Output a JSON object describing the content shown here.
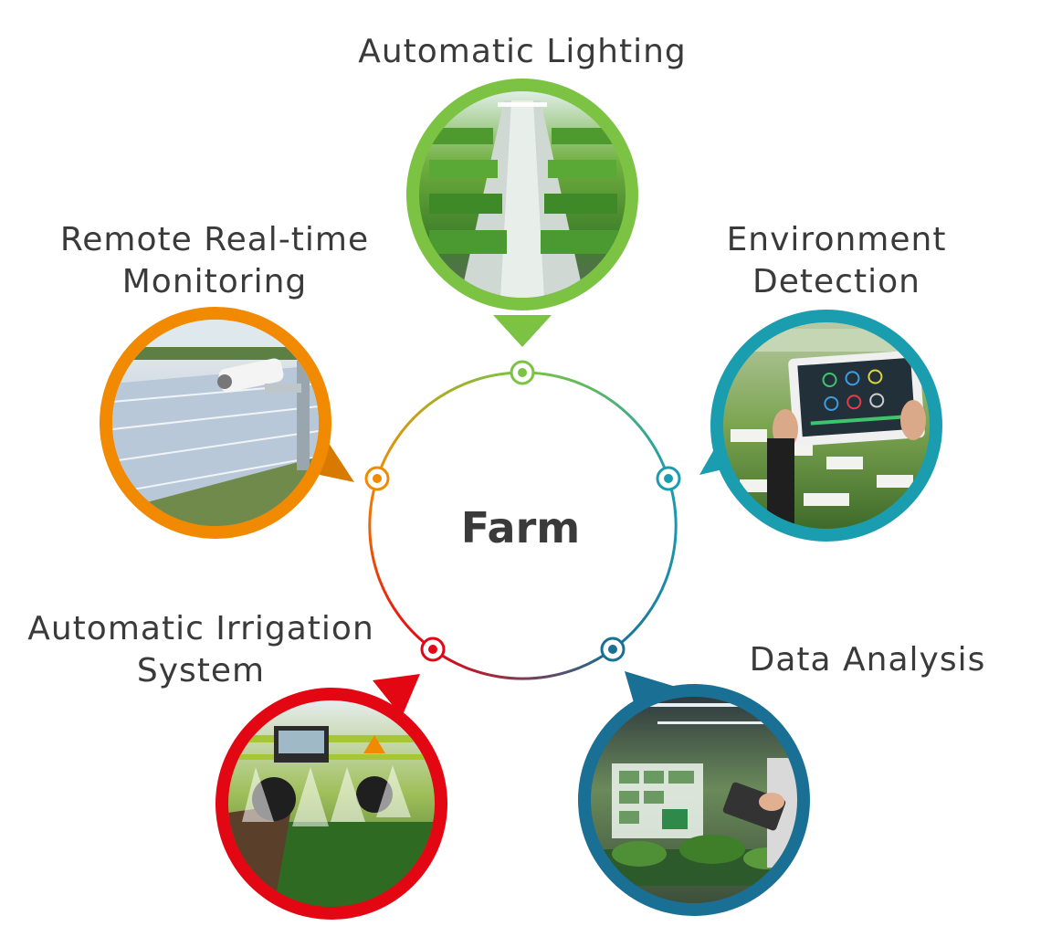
{
  "center": {
    "title": "Farm"
  },
  "features": [
    {
      "id": "lighting",
      "line1": "Automatic Lighting",
      "line2": "",
      "color": "#7cc243",
      "icon": "vertical-farm-photo"
    },
    {
      "id": "environment",
      "line1": "Environment",
      "line2": "Detection",
      "color": "#1b9db0",
      "icon": "tablet-hydroponics-photo"
    },
    {
      "id": "data",
      "line1": "Data Analysis",
      "line2": "",
      "color": "#1a6f94",
      "icon": "greenhouse-data-photo"
    },
    {
      "id": "irrigation",
      "line1": "Automatic Irrigation",
      "line2": "System",
      "color": "#e30613",
      "icon": "sprayer-tractor-photo"
    },
    {
      "id": "monitoring",
      "line1": "Remote Real-time",
      "line2": "Monitoring",
      "color": "#f18a00",
      "icon": "solar-camera-photo"
    }
  ]
}
